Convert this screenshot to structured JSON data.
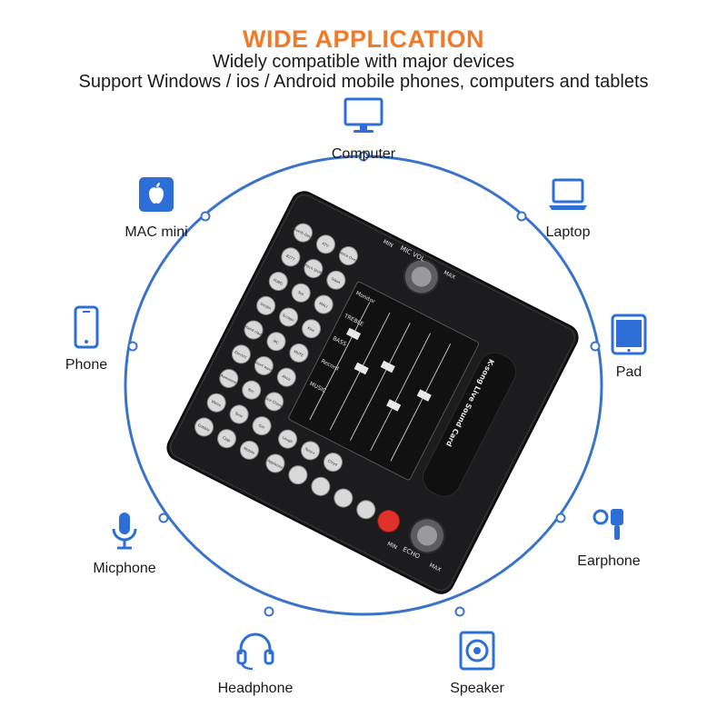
{
  "header": {
    "title": "WIDE APPLICATION",
    "line1": "Widely compatible with major devices",
    "line2": "Support Windows / ios / Android mobile phones, computers and tablets"
  },
  "devices": {
    "computer": "Computer",
    "mac": "MAC mini",
    "laptop": "Laptop",
    "phone": "Phone",
    "pad": "Pad",
    "micphone": "Micphone",
    "earphone": "Earphone",
    "headphone": "Headphone",
    "speaker": "Speaker"
  },
  "colors": {
    "accent": "#ef7a2a",
    "icon_blue": "#2d6fd6",
    "ring_blue": "#3b73c9"
  },
  "card": {
    "brand": "K-song Live Sound Card",
    "mic_vol": "MIC VOL",
    "min": "MIN",
    "max": "MAX",
    "echo": "ECHO",
    "sliders": [
      "Monitor",
      "TREBLE",
      "BASS",
      "Record",
      "MUSIC"
    ],
    "buttons": [
      "Reverb Delay",
      "KTV",
      "Voice Over",
      "8277",
      "Pitch Shift",
      "Slash",
      "PUBG",
      "Tell",
      "MALI",
      "Dindin",
      "Scrape",
      "Kiss",
      "Hand clap",
      "MC",
      "MUTE",
      "Electric",
      "Short wave",
      "Ahoo",
      "Awesome",
      "Rec",
      "Voice Change",
      "Weire",
      "Tone",
      "Girl",
      "Gobble",
      "Clap",
      "Mobile",
      "Laugh",
      "Tone+",
      "Chiyo",
      "Applause"
    ]
  }
}
